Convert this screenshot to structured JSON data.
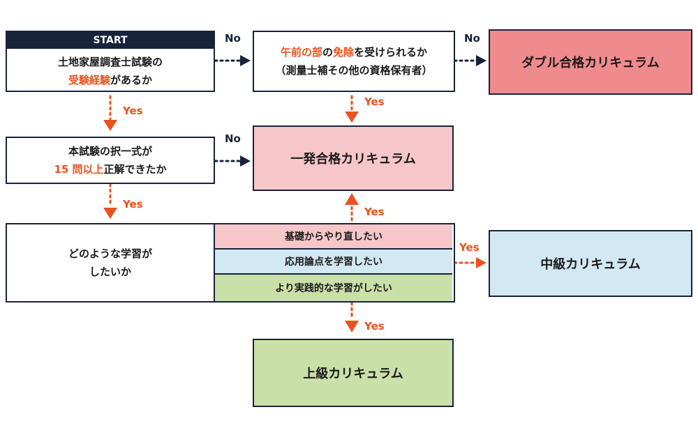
{
  "colors": {
    "navy": "#17223b",
    "orange": "#e8531f",
    "double_fill": "#ef8b8d",
    "ippatsu_fill": "#f6c6c9",
    "chukyu_fill": "#d2e8f2",
    "jokyu_fill": "#c9e0a8"
  },
  "q1": {
    "header": "START",
    "line1": "土地家屋調査士試験の",
    "line2_hl": "受験経験",
    "line2_rest": "があるか"
  },
  "q2": {
    "line1_hl_a": "午前の部",
    "line1_mid": "の",
    "line1_hl_b": "免除",
    "line1_rest": "を受けられるか",
    "line2": "（測量士補その他の資格保有者）"
  },
  "q3": {
    "line1": "本試験の択一式が",
    "line2_hl": "15 問以上",
    "line2_rest": "正解できたか"
  },
  "q4": {
    "line1": "どのような学習が",
    "line2": "したいか",
    "options": [
      {
        "label": "基礎からやり直したい"
      },
      {
        "label": "応用論点を学習したい"
      },
      {
        "label": "より実践的な学習がしたい"
      }
    ]
  },
  "results": {
    "double": "ダブル合格カリキュラム",
    "ippatsu": "一発合格カリキュラム",
    "chukyu": "中級カリキュラム",
    "jokyu": "上級カリキュラム"
  },
  "labels": {
    "no": "No",
    "yes": "Yes"
  },
  "icons": [
    "triangle-arrow-icon",
    "dotted-connector"
  ]
}
